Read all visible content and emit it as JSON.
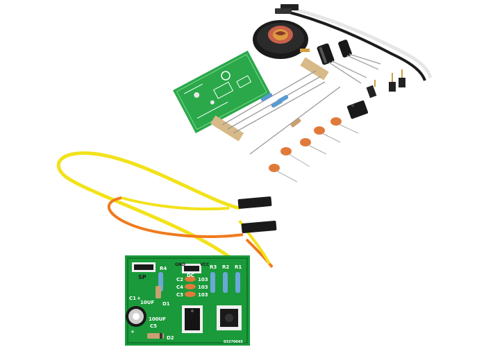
{
  "image": {
    "background_color": "#ffffff",
    "pcb_color": "#1a9a3a",
    "pcb_dark_color": "#0f7a2c",
    "wire_colors": [
      "#f2e21a",
      "#f07a1e",
      "#1a1a1a",
      "#e8e8e8"
    ]
  },
  "pcb_assembled": {
    "labels": {
      "sp": "SP",
      "r4": "R4",
      "gnd": "GND",
      "vcc": "VCC",
      "dc": "DC",
      "r3": "R3",
      "r2": "R2",
      "r1": "R1",
      "c2": "C2",
      "c4": "C4",
      "c3": "C3",
      "cap_code_1": "103",
      "cap_code_2": "103",
      "cap_code_3": "103",
      "c1": "C1",
      "c1_value": "10UF",
      "d1": "D1",
      "c5_value": "100UF",
      "c5": "C5",
      "d2": "D2",
      "board_code": "03270045",
      "plus_c1": "+",
      "plus_c5": "+"
    }
  }
}
